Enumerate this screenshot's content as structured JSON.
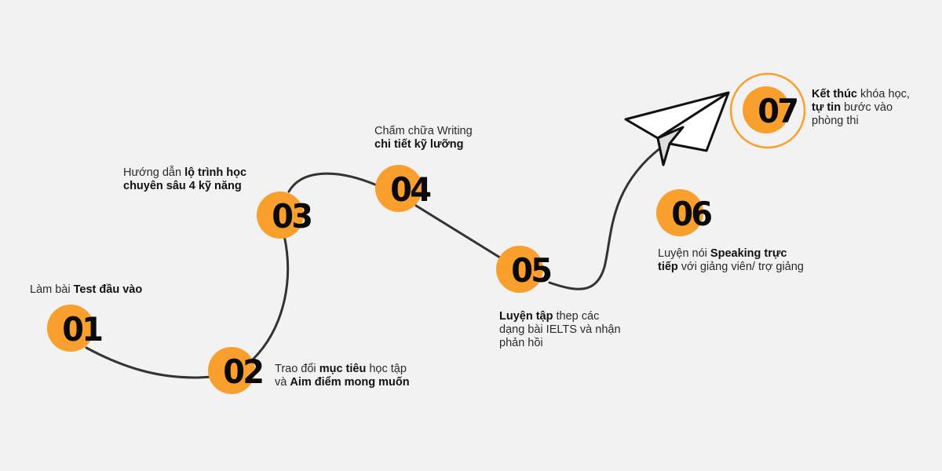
{
  "colors": {
    "accent": "#f89f2e",
    "path": "#333333",
    "background": "#f2f2f2"
  },
  "steps": [
    {
      "number": "01",
      "lines": [
        [
          {
            "t": "Làm bài ",
            "b": false
          },
          {
            "t": "Test đầu vào",
            "b": true
          }
        ]
      ]
    },
    {
      "number": "02",
      "lines": [
        [
          {
            "t": "Trao đổi ",
            "b": false
          },
          {
            "t": "mục tiêu",
            "b": true
          },
          {
            "t": " học tập",
            "b": false
          }
        ],
        [
          {
            "t": "và ",
            "b": false
          },
          {
            "t": "Aim điểm mong muốn",
            "b": true
          }
        ]
      ]
    },
    {
      "number": "03",
      "lines": [
        [
          {
            "t": "Hướng dẫn ",
            "b": false
          },
          {
            "t": "lộ trình học",
            "b": true
          }
        ],
        [
          {
            "t": "chuyên sâu 4 kỹ năng",
            "b": true
          }
        ]
      ]
    },
    {
      "number": "04",
      "lines": [
        [
          {
            "t": "Chấm chữa Writing",
            "b": false
          }
        ],
        [
          {
            "t": "chi tiết kỹ lưỡng",
            "b": true
          }
        ]
      ]
    },
    {
      "number": "05",
      "lines": [
        [
          {
            "t": "Luyện tập",
            "b": true
          },
          {
            "t": " thep các",
            "b": false
          }
        ],
        [
          {
            "t": "dạng bài IELTS và nhận",
            "b": false
          }
        ],
        [
          {
            "t": "phản hồi",
            "b": false
          }
        ]
      ]
    },
    {
      "number": "06",
      "lines": [
        [
          {
            "t": "Luyện nói ",
            "b": false
          },
          {
            "t": "Speaking trực",
            "b": true
          }
        ],
        [
          {
            "t": "tiếp",
            "b": true
          },
          {
            "t": " với giảng viên/ trợ giảng",
            "b": false
          }
        ]
      ]
    },
    {
      "number": "07",
      "lines": [
        [
          {
            "t": "Kết thúc",
            "b": true
          },
          {
            "t": " khóa học,",
            "b": false
          }
        ],
        [
          {
            "t": "tự tin",
            "b": true
          },
          {
            "t": " bước vào",
            "b": false
          }
        ],
        [
          {
            "t": "phòng thi",
            "b": false
          }
        ]
      ]
    }
  ],
  "icons": {
    "plane": "paper-plane-icon"
  }
}
